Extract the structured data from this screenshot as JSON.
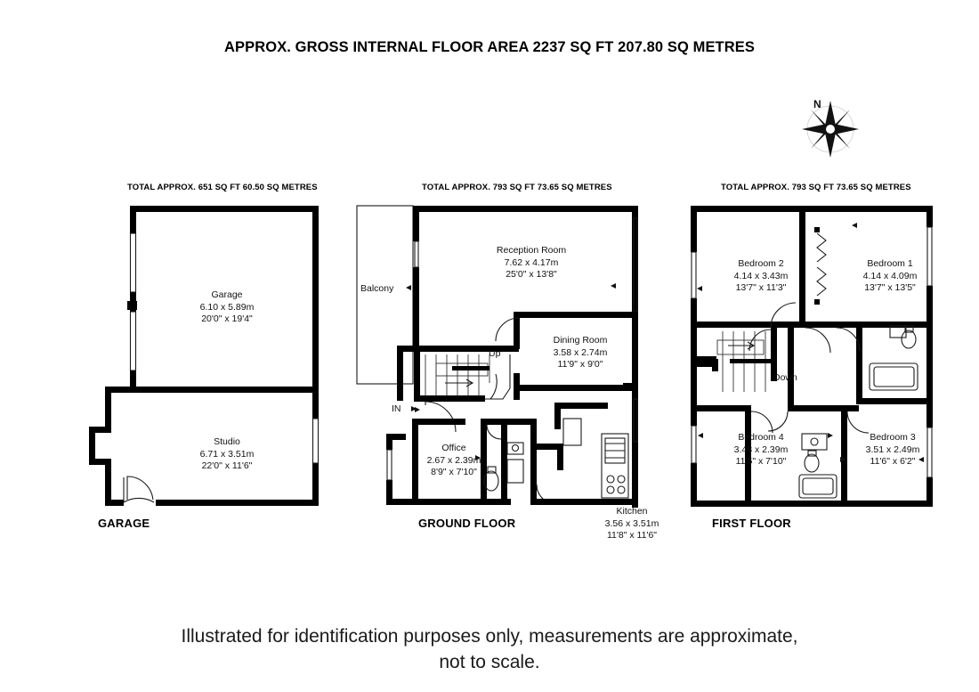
{
  "document": {
    "title": "APPROX. GROSS INTERNAL FLOOR AREA 2237 SQ FT 207.80 SQ METRES",
    "footer_line1": "Illustrated for identification purposes only, measurements are approximate,",
    "footer_line2": "not to scale.",
    "compass_label": "N"
  },
  "blocks": {
    "garage": {
      "total": "TOTAL APPROX.  651 SQ FT  60.50 SQ METRES",
      "floor_label": "GARAGE",
      "rooms": [
        {
          "name": "Garage",
          "metric": "6.10 x 5.89m",
          "imperial": "20'0\" x 19'4\""
        },
        {
          "name": "Studio",
          "metric": "6.71 x 3.51m",
          "imperial": "22'0\" x 11'6\""
        }
      ]
    },
    "ground_floor": {
      "total": "TOTAL APPROX.  793 SQ FT  73.65 SQ METRES",
      "floor_label": "GROUND FLOOR",
      "rooms": [
        {
          "name": "Reception Room",
          "metric": "7.62 x 4.17m",
          "imperial": "25'0\" x 13'8\""
        },
        {
          "name": "Dining Room",
          "metric": "3.58 x 2.74m",
          "imperial": "11'9\" x 9'0\""
        },
        {
          "name": "Office",
          "metric": "2.67 x 2.39m",
          "imperial": "8'9\" x 7'10\""
        },
        {
          "name": "Kitchen",
          "metric": "3.56 x 3.51m",
          "imperial": "11'8\" x 11'6\""
        }
      ],
      "annotations": {
        "balcony": "Balcony",
        "stairs_up": "Up",
        "entrance": "IN"
      }
    },
    "first_floor": {
      "total": "TOTAL APPROX.  793 SQ FT  73.65 SQ METRES",
      "floor_label": "FIRST FLOOR",
      "rooms": [
        {
          "name": "Bedroom 2",
          "metric": "4.14 x 3.43m",
          "imperial": "13'7\" x 11'3\""
        },
        {
          "name": "Bedroom 1",
          "metric": "4.14 x 4.09m",
          "imperial": "13'7\" x 13'5\""
        },
        {
          "name": "Bedroom 4",
          "metric": "3.48 x 2.39m",
          "imperial": "11'5\" x 7'10\""
        },
        {
          "name": "Bedroom 3",
          "metric": "3.51 x 2.49m",
          "imperial": "11'6\" x 6'2\""
        }
      ],
      "annotations": {
        "stairs_down": "Down"
      }
    }
  },
  "colors": {
    "wall": "#000000",
    "fixture_line": "#1a1a1a",
    "paper": "#ffffff",
    "text": "#111111"
  }
}
